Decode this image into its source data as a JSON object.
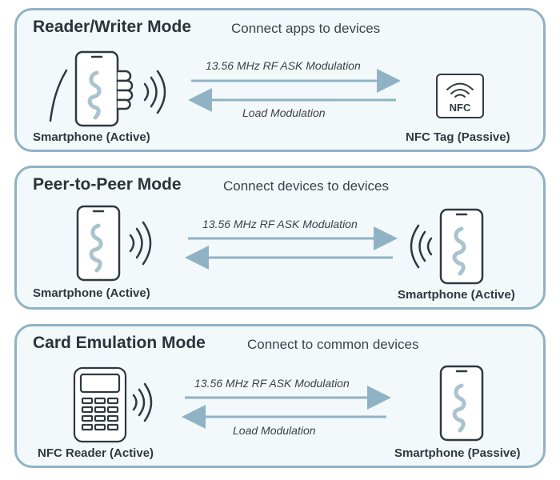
{
  "modes": [
    {
      "title": "Reader/Writer Mode",
      "subtitle": "Connect apps to devices",
      "left_label": "Smartphone (Active)",
      "right_label": "NFC Tag (Passive)",
      "top_arrow_label": "13.56 MHz RF ASK Modulation",
      "bottom_arrow_label": "Load Modulation",
      "tag_text": "NFC"
    },
    {
      "title": "Peer-to-Peer Mode",
      "subtitle": "Connect devices to devices",
      "left_label": "Smartphone (Active)",
      "right_label": "Smartphone (Active)",
      "top_arrow_label": "13.56 MHz RF ASK Modulation"
    },
    {
      "title": "Card Emulation Mode",
      "subtitle": "Connect to common devices",
      "left_label": "NFC Reader (Active)",
      "right_label": "Smartphone (Passive)",
      "top_arrow_label": "13.56 MHz RF ASK Modulation",
      "bottom_arrow_label": "Load Modulation"
    }
  ],
  "colors": {
    "border": "#8fb3c4",
    "panel_bg": "#f3f8fa",
    "stroke": "#2e3a40",
    "arrow": "#8fb3c4",
    "logo": "#a9c3cf"
  },
  "icons": [
    "smartphone-hand-icon",
    "nfc-tag-icon",
    "smartphone-icon",
    "nfc-reader-terminal-icon",
    "signal-waves-icon"
  ]
}
